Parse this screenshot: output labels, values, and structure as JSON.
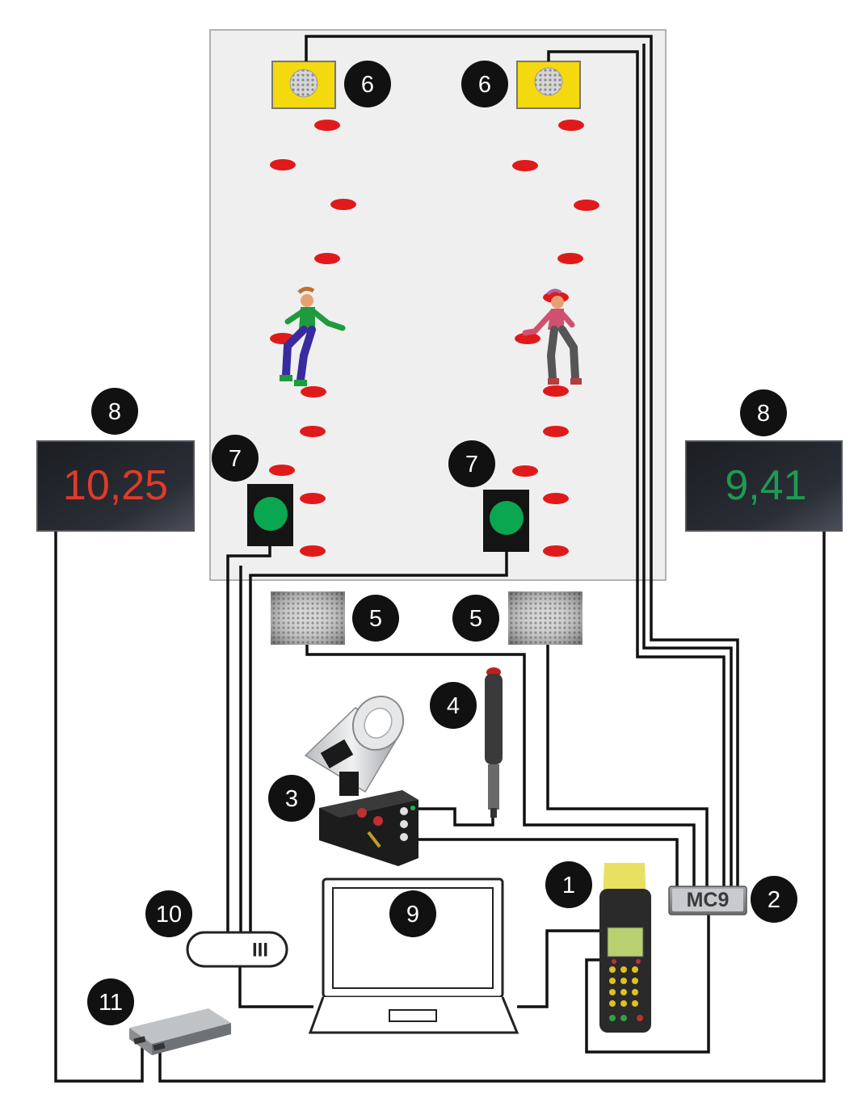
{
  "diagram": {
    "badges": [
      "1",
      "2",
      "3",
      "4",
      "5",
      "5",
      "6",
      "6",
      "7",
      "7",
      "8",
      "8",
      "9",
      "10",
      "11"
    ],
    "displays": [
      {
        "value": "10,25",
        "color": "#e03a2a"
      },
      {
        "value": "9,41",
        "color": "#1e9b52"
      }
    ],
    "mc9_label": "MC9",
    "plug_label": "III",
    "colors": {
      "track": "#efeff0",
      "marker": "#e01a1a",
      "start_light": "#0aa650",
      "target": "#f5d90f",
      "badge": "#111111",
      "display_bg": "#22252c"
    },
    "icons": [
      "photocell-target-icon",
      "marker-disc-icon",
      "runner-icon",
      "start-light-icon",
      "pressure-mat-icon",
      "microphone-icon",
      "horn-speaker-icon",
      "timer-box-icon",
      "mc9-box-icon",
      "laptop-icon",
      "usb-adapter-icon",
      "printer-terminal-icon",
      "converter-box-icon",
      "scoreboard-display-icon"
    ]
  }
}
